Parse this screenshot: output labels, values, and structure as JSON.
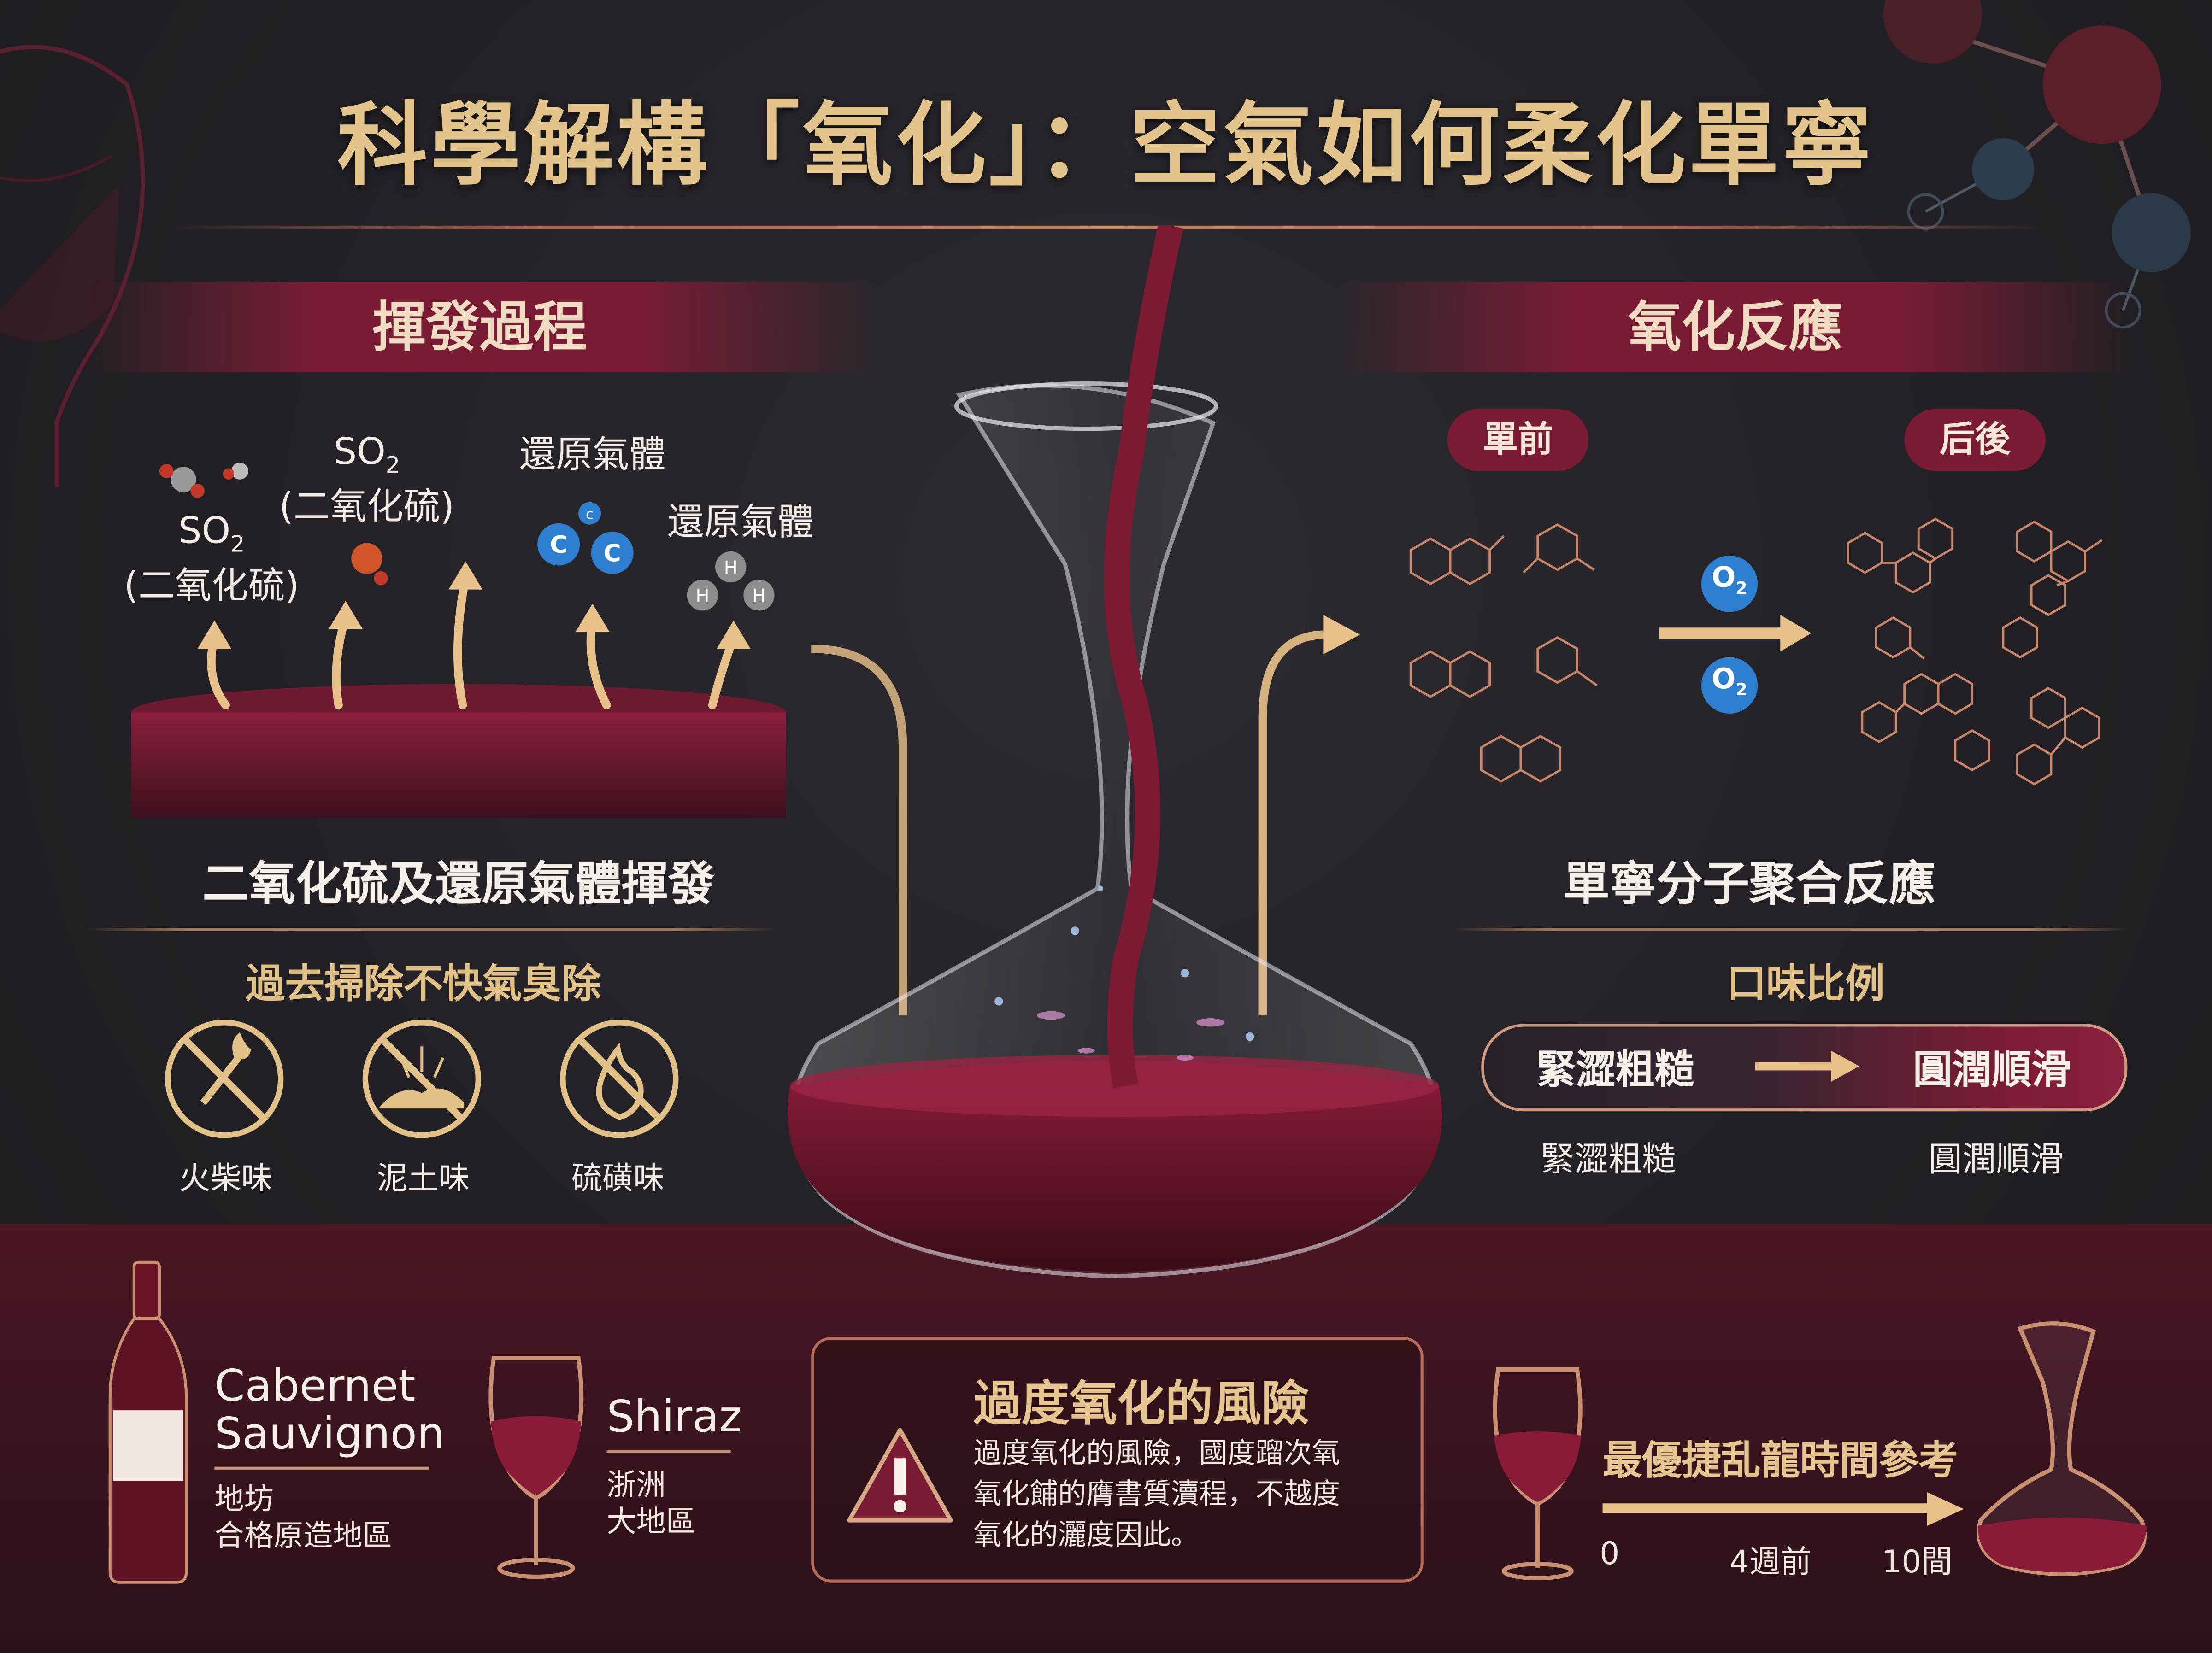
{
  "title": "科學解構「氧化」：空氣如何柔化單寧",
  "left": {
    "banner": "揮發過程",
    "molecules": {
      "so2_a": {
        "formula": "SO",
        "sub": "2",
        "name": "(二氧化硫)"
      },
      "so2_b": {
        "formula": "SO",
        "sub": "2",
        "name": "(二氧化硫)"
      },
      "reducing_gas_a": "還原氣體",
      "reducing_gas_b": "還原氣體",
      "atom_c": "C",
      "atom_c_small": "c",
      "atom_h": "H"
    },
    "caption": "二氧化硫及還原氣體揮發",
    "subheading": "過去掃除不快氣臭除",
    "odors": [
      {
        "label": "火柴味",
        "icon": "match-icon"
      },
      {
        "label": "泥土味",
        "icon": "earth-icon"
      },
      {
        "label": "硫磺味",
        "icon": "sulfur-flame-icon"
      }
    ]
  },
  "right": {
    "banner": "氧化反應",
    "before_label": "單前",
    "after_label": "后後",
    "o2": {
      "formula": "O",
      "sub": "2"
    },
    "caption": "單寧分子聚合反應",
    "subheading": "口味比例",
    "scale": {
      "from": "緊澀粗糙",
      "to": "圓潤順滑"
    },
    "scale_under": {
      "from": "緊澀粗糙",
      "to": "圓潤順滑"
    }
  },
  "bottom": {
    "cabernet": {
      "name_line1": "Cabernet",
      "name_line2": "Sauvignon",
      "sub_line1": "地坊",
      "sub_line2": "合格原造地區"
    },
    "shiraz": {
      "name": "Shiraz",
      "sub_line1": "浙洲",
      "sub_line2": "大地區"
    },
    "risk": {
      "title": "過度氧化的風險",
      "line1": "過度氧化的風險，國度蹓次氧",
      "line2": "氧化餔的膺書質瀆程，不越度",
      "line3": "氧化的灑度因此。"
    },
    "timeline": {
      "title": "最優捷乱龍時間參考",
      "ticks": [
        "0",
        "4週前",
        "10間"
      ]
    }
  },
  "colors": {
    "gold": "#e2c189",
    "wine": "#7a1c35",
    "arrow": "#e8c08a",
    "o2_blue": "#2f7fd0"
  }
}
